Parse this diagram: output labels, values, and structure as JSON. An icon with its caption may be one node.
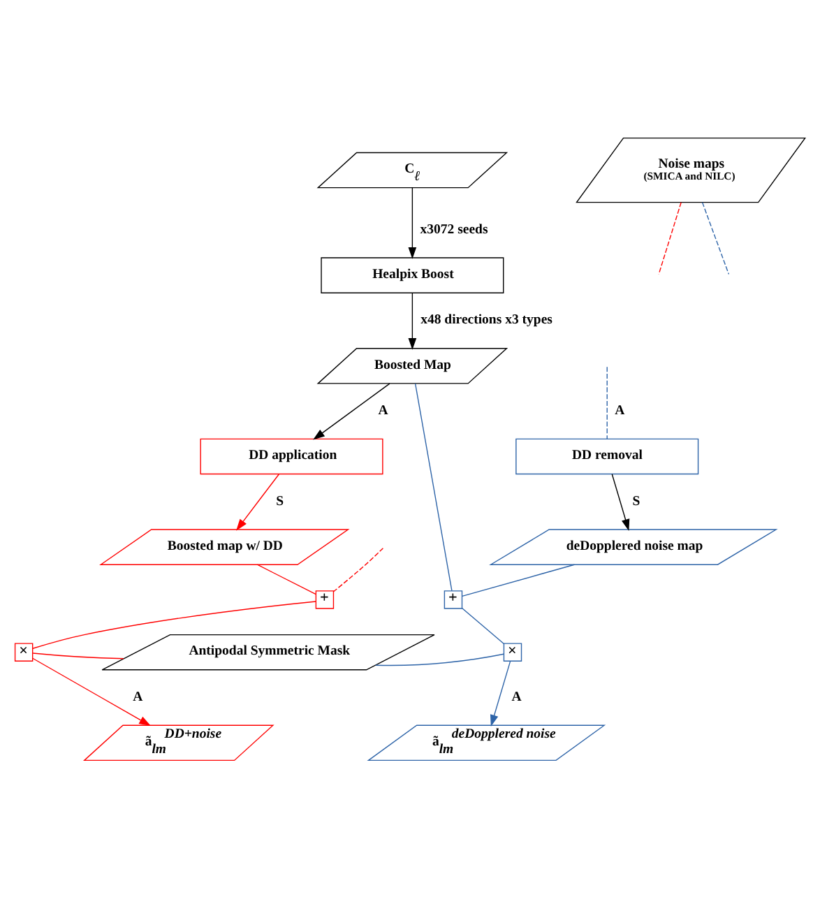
{
  "diagram": {
    "nodes": [
      {
        "text": [
          "C$_{ℓ}$"
        ]
      },
      {
        "text": [
          "Noise maps",
          "(SMICA and NILC)"
        ]
      },
      {
        "text": [
          "Healpix Boost"
        ]
      },
      {
        "text": [
          "Boosted Map"
        ]
      },
      {
        "text": [
          "DD application"
        ]
      },
      {
        "text": [
          "DD removal"
        ]
      },
      {
        "text": [
          "Boosted map w/ DD"
        ]
      },
      {
        "text": [
          "deDopplered noise map"
        ]
      },
      {
        "text": [
          "+"
        ]
      },
      {
        "text": [
          "×"
        ]
      },
      {
        "text": [
          "Antipodal Symmetric Mask"
        ]
      },
      {
        "text": [
          "+"
        ]
      },
      {
        "text": [
          "×"
        ]
      },
      {
        "text": [
          "ã$_{lm}$$^{DD+noise}$"
        ]
      },
      {
        "text": [
          "ã$_{lm}$$^{deDopplered noise}$"
        ]
      }
    ],
    "edges": [
      {
        "from": 0,
        "to": 2,
        "arrow": "to",
        "label": "x3072 seeds",
        "color": "#000000"
      },
      {
        "from": 2,
        "to": 3,
        "arrow": "to",
        "label": "x48 directions x3 types",
        "color": "#000000"
      },
      {
        "from": 3,
        "to": 4,
        "arrow": "to",
        "label": "A",
        "color": "#000000"
      },
      {
        "from": 1,
        "to": null,
        "arrow": "none",
        "style": "dashed",
        "color": "#2e64a8"
      },
      {
        "from": 1,
        "to": null,
        "arrow": "none",
        "style": "dashed",
        "color": "#ff0000"
      },
      {
        "from": null,
        "to": 5,
        "arrow": "none",
        "label": "A",
        "style": "dashed",
        "color": "#2e64a8"
      },
      {
        "from": 4,
        "to": 6,
        "arrow": "to",
        "label": "S",
        "color": "#ff0000"
      },
      {
        "from": 5,
        "to": 7,
        "arrow": "to",
        "label": "S",
        "color": "#000000"
      },
      {
        "from": null,
        "to": 8,
        "arrow": "none",
        "style": "dashed",
        "color": "#ff0000"
      },
      {
        "from": 6,
        "to": 8,
        "arrow": "none",
        "color": "#ff0000"
      },
      {
        "from": 3,
        "to": 11,
        "arrow": "none",
        "color": "#2e64a8"
      },
      {
        "from": 7,
        "to": 11,
        "arrow": "none",
        "color": "#2e64a8"
      },
      {
        "from": 8,
        "to": 9,
        "arrow": "none",
        "color": "#ff0000"
      },
      {
        "from": 11,
        "to": 12,
        "arrow": "none",
        "color": "#2e64a8"
      },
      {
        "from": 10,
        "to": 9,
        "arrow": "none",
        "color": "#ff0000"
      },
      {
        "from": 10,
        "to": 12,
        "arrow": "none",
        "color": "#2e64a8"
      },
      {
        "from": 9,
        "to": 13,
        "arrow": "to",
        "label": "A",
        "color": "#ff0000"
      },
      {
        "from": 12,
        "to": 14,
        "arrow": "to",
        "label": "A",
        "color": "#2e64a8"
      }
    ]
  }
}
